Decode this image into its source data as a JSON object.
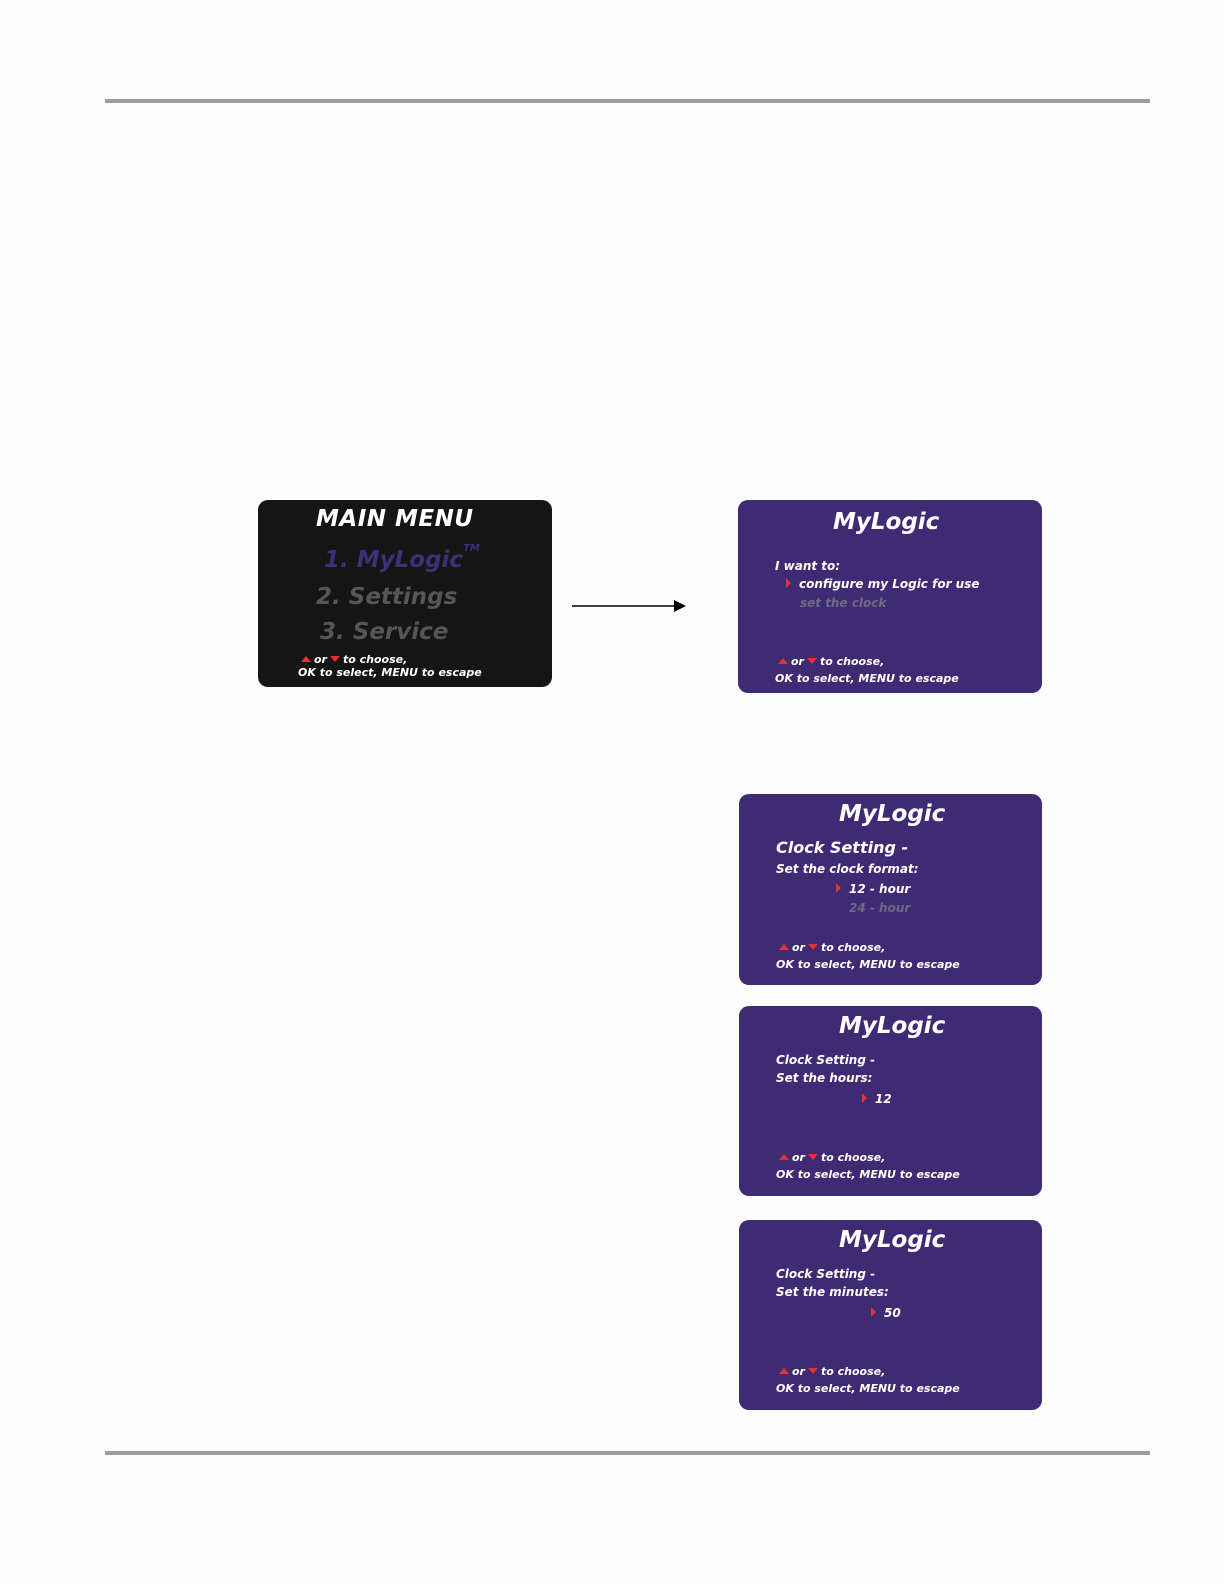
{
  "main_menu": {
    "title": "MAIN MENU",
    "items": [
      "1. MyLogic",
      "2. Settings",
      "3. Service"
    ],
    "trademark": "TM",
    "hint_or": "or",
    "hint_choose": "to choose,",
    "hint_select": "OK to select, MENU to escape"
  },
  "screen_want": {
    "brand": "MyLogic",
    "prompt": "I want to:",
    "option_selected": "configure my Logic for use",
    "option_other": "set the clock",
    "hint_or": "or",
    "hint_choose": "to choose,",
    "hint_select": "OK to select, MENU to escape"
  },
  "screen_format": {
    "brand": "MyLogic",
    "heading": "Clock Setting -",
    "prompt": "Set the clock format:",
    "option_selected": "12 - hour",
    "option_other": "24 - hour",
    "hint_or": "or",
    "hint_choose": "to choose,",
    "hint_select": "OK to select, MENU to escape"
  },
  "screen_hours": {
    "brand": "MyLogic",
    "heading": "Clock Setting -",
    "prompt": "Set the hours:",
    "value": "12",
    "hint_or": "or",
    "hint_choose": "to choose,",
    "hint_select": "OK to select, MENU to escape"
  },
  "screen_minutes": {
    "brand": "MyLogic",
    "heading": "Clock Setting -",
    "prompt": "Set the minutes:",
    "value": "50",
    "hint_or": "or",
    "hint_choose": "to choose,",
    "hint_select": "OK to select, MENU to escape"
  },
  "colors": {
    "screen_purple": "#3f2b74",
    "screen_dark": "#151515",
    "selector_red": "#e23232",
    "rule_gray": "#9c9c9c"
  }
}
